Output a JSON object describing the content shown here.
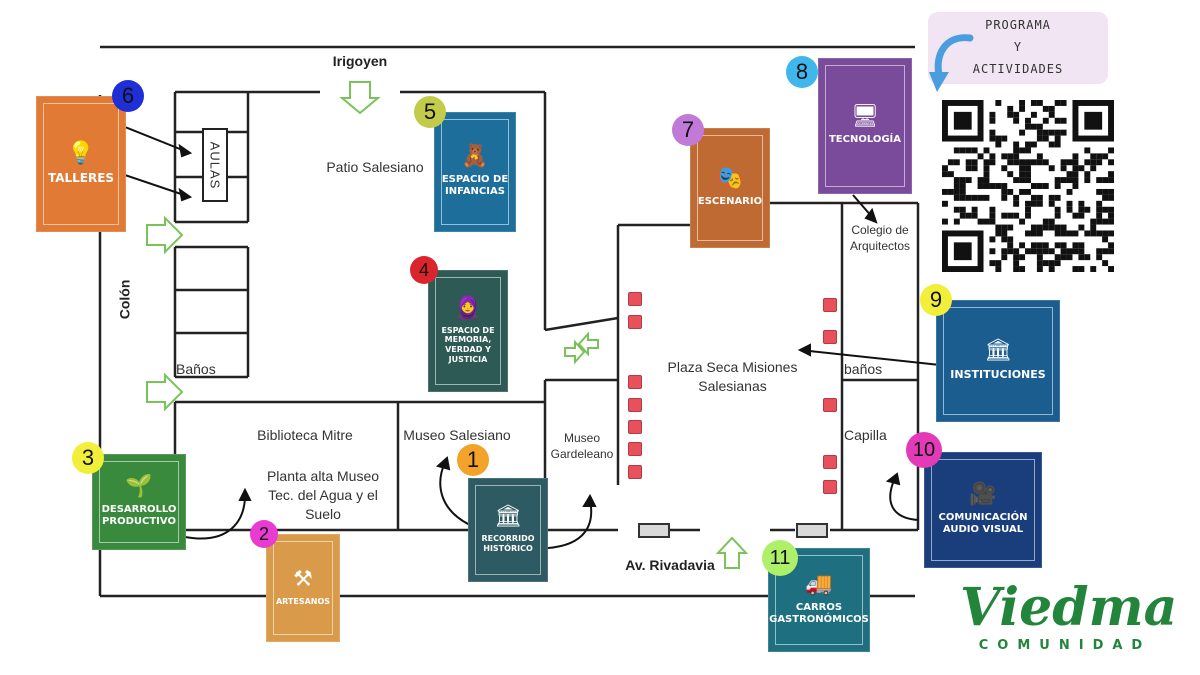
{
  "map": {
    "streets": {
      "north": "Irigoyen",
      "west": "Colón",
      "south": "Av. Rivadavia"
    },
    "areas": {
      "aulas": "AULAS",
      "patio": "Patio Salesiano",
      "banos_west": "Baños",
      "biblioteca": "Biblioteca Mitre",
      "planta_alta": "Planta alta Museo Tec. del Agua y el Suelo",
      "museo_salesiano": "Museo Salesiano",
      "museo_gardeleano": "Museo Gardeleano",
      "plaza": "Plaza Seca Misiones Salesianas",
      "colegio": "Colegio de Arquitectos",
      "banos_east": "baños",
      "capilla": "Capilla"
    }
  },
  "stations": [
    {
      "number": "1",
      "label": "RECORRIDO HISTÓRICO",
      "icon": "column-icon",
      "color": "#2e5a63",
      "badge_color": "#f4a32a"
    },
    {
      "number": "2",
      "label": "ARTESANOS",
      "icon": "artisan-icon",
      "color": "#d99a4a",
      "badge_color": "#e83bd0"
    },
    {
      "number": "3",
      "label": "DESARROLLO PRODUCTIVO",
      "icon": "plant-chart-icon",
      "color": "#3a8a3e",
      "badge_color": "#f1ef3a"
    },
    {
      "number": "4",
      "label": "ESPACIO DE MEMORIA, VERDAD Y JUSTICIA",
      "icon": "headscarf-icon",
      "color": "#2d5a55",
      "badge_color": "#d9252b"
    },
    {
      "number": "5",
      "label": "ESPACIO DE INFANCIAS",
      "icon": "toy-icon",
      "color": "#1e6e9b",
      "badge_color": "#c3cc4a"
    },
    {
      "number": "6",
      "label": "TALLERES",
      "icon": "lightbulb-books-icon",
      "color": "#e07a34",
      "badge_color": "#1f2fd6"
    },
    {
      "number": "7",
      "label": "ESCENARIO",
      "icon": "stage-icon",
      "color": "#c06a33",
      "badge_color": "#c27ad8"
    },
    {
      "number": "8",
      "label": "TECNOLOGÍA",
      "icon": "server-icon",
      "color": "#7a4b9a",
      "badge_color": "#3fb6ec"
    },
    {
      "number": "9",
      "label": "INSTITUCIONES",
      "icon": "building-icon",
      "color": "#1c5d8f",
      "badge_color": "#f1ef3a"
    },
    {
      "number": "10",
      "label": "COMUNICACIÓN AUDIO VISUAL",
      "icon": "camera-icon",
      "color": "#1a3d7c",
      "badge_color": "#e33bb8"
    },
    {
      "number": "11",
      "label": "CARROS GASTRONÓMICOS",
      "icon": "food-truck-icon",
      "color": "#1e6f80",
      "badge_color": "#aef06a"
    }
  ],
  "program": {
    "line1": "PROGRAMA",
    "line2": "Y",
    "line3": "ACTIVIDADES",
    "qr_icon": "qr-code-icon"
  },
  "logo": {
    "name": "Viedma",
    "tagline": "COMUNIDAD",
    "color": "#23843b"
  }
}
